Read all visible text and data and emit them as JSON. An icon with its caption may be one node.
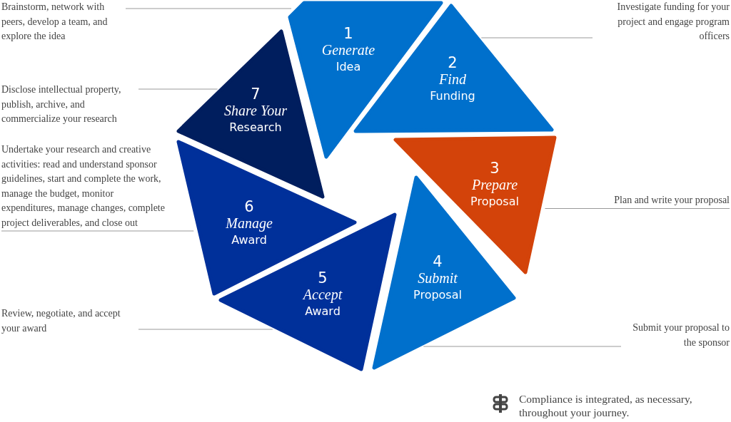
{
  "diagram": {
    "nodes": [
      {
        "text": [
          "1",
          "Generate",
          "Idea"
        ]
      },
      {
        "text": [
          "2",
          "Find",
          "Funding"
        ]
      },
      {
        "text": [
          "3",
          "Prepare",
          "Proposal"
        ]
      },
      {
        "text": [
          "4",
          "Submit",
          "Proposal"
        ]
      },
      {
        "text": [
          "5",
          "Accept",
          "Award"
        ]
      },
      {
        "text": [
          "6",
          "Manage",
          "Award"
        ]
      },
      {
        "text": [
          "7",
          "Share Your",
          "Research"
        ]
      },
      {
        "text": [
          "Brainstorm, network with peers, develop a team, and explore the idea"
        ]
      },
      {
        "text": [
          "Investigate funding for your project and engage program officers"
        ]
      },
      {
        "text": [
          "Disclose intellectual property, publish, archive, and commercialize your research"
        ]
      },
      {
        "text": [
          "Undertake your research and creative activities: read and understand sponsor guidelines, start and complete the work, manage the budget, monitor expenditures, manage changes, complete project deliverables, and close out"
        ]
      },
      {
        "text": [
          "Plan and write your proposal"
        ]
      },
      {
        "text": [
          "Review, negotiate, and accept your award"
        ]
      },
      {
        "text": [
          "Submit your proposal to the sponsor"
        ]
      }
    ],
    "edges": [
      {
        "from": 7,
        "to": 0,
        "arrow": "none"
      },
      {
        "from": 8,
        "to": 1,
        "arrow": "none"
      },
      {
        "from": 9,
        "to": 6,
        "arrow": "none"
      },
      {
        "from": 10,
        "to": 5,
        "arrow": "none"
      },
      {
        "from": 11,
        "to": 2,
        "arrow": "none"
      },
      {
        "from": 12,
        "to": 4,
        "arrow": "none"
      },
      {
        "from": 13,
        "to": 3,
        "arrow": "none"
      }
    ],
    "labels": [
      "Compliance is integrated, as necessary, throughout your journey."
    ]
  }
}
